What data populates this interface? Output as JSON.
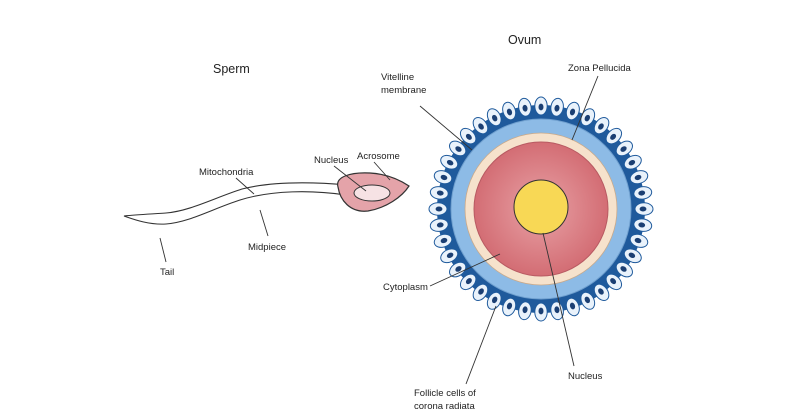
{
  "titles": {
    "sperm": "Sperm",
    "ovum": "Ovum"
  },
  "sperm_labels": {
    "mitochondria": "Mitochondria",
    "nucleus": "Nucleus",
    "acrosome": "Acrosome",
    "midpiece": "Midpiece",
    "tail": "Tail"
  },
  "ovum_labels": {
    "vitelline_line1": "Vitelline",
    "vitelline_line2": "membrane",
    "zona_pellucida": "Zona Pellucida",
    "cytoplasm": "Cytoplasm",
    "nucleus": "Nucleus",
    "follicle_line1": "Follicle cells of",
    "follicle_line2": "corona radiata"
  },
  "colors": {
    "line": "#333333",
    "corona_ring": "#1f5a9c",
    "follicle_fill": "#e9f2fb",
    "follicle_nucleus": "#1b3f73",
    "zona": "#8dbbe6",
    "vitelline_band": "#f6e2cc",
    "cytoplasm_outer": "#e8a2a6",
    "cytoplasm_inner": "#d36d74",
    "nucleus_fill": "#f8d855",
    "sperm_head": "#e4a3a9",
    "sperm_nucleus": "#f6e2e4"
  }
}
